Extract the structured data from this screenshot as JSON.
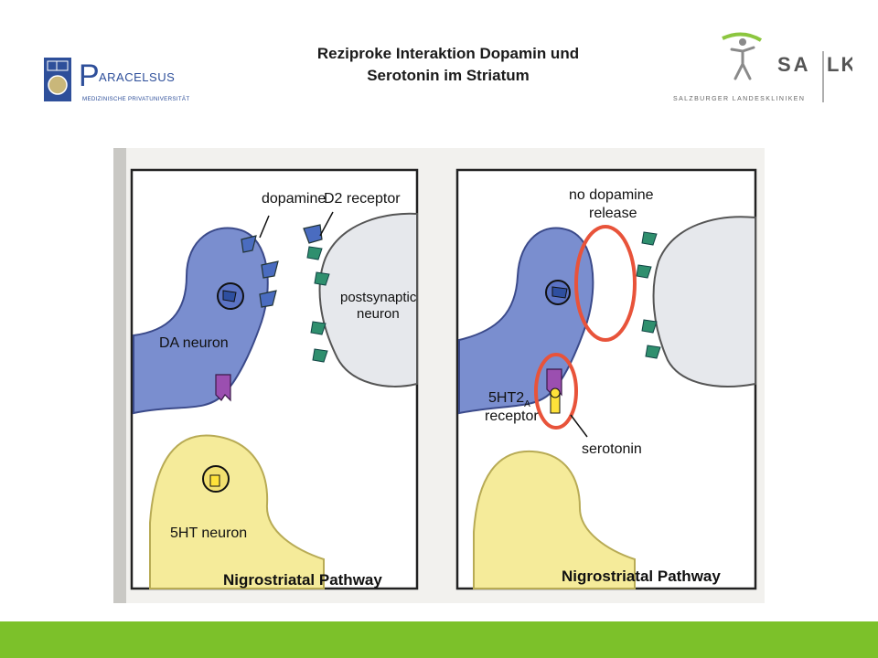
{
  "header": {
    "title_line1": "Reziproke Interaktion Dopamin und",
    "title_line2": "Serotonin im Striatum"
  },
  "logo_left": {
    "initial": "P",
    "name_rest": "ARACELSUS",
    "subtitle": "MEDIZINISCHE PRIVATUNIVERSITÄT"
  },
  "logo_right": {
    "letters_left": "SA",
    "letters_right": "LK",
    "subtitle": "SALZBURGER LANDESKLINIKEN"
  },
  "panel_left": {
    "label_dopamine": "dopamine",
    "label_d2": "D2 receptor",
    "label_post_1": "postsynaptic",
    "label_post_2": "neuron",
    "label_da": "DA neuron",
    "label_5ht": "5HT neuron",
    "label_pathway": "Nigrostriatal Pathway"
  },
  "panel_right": {
    "label_nodopa_1": "no dopamine",
    "label_nodopa_2": "release",
    "label_5ht2a": "5HT2",
    "label_5ht2a_sub": "A",
    "label_receptor": "receptor",
    "label_serotonin": "serotonin",
    "label_pathway": "Nigrostriatal Pathway"
  },
  "colors": {
    "accent_green": "#7cc12a",
    "da_neuron": "#7a8ecf",
    "ht_neuron": "#f5eb9a",
    "post_neuron": "#e6e8ec",
    "receptor_green": "#2f8f6e",
    "receptor_purple": "#9b4fb0",
    "circle_red": "#e8533a"
  }
}
